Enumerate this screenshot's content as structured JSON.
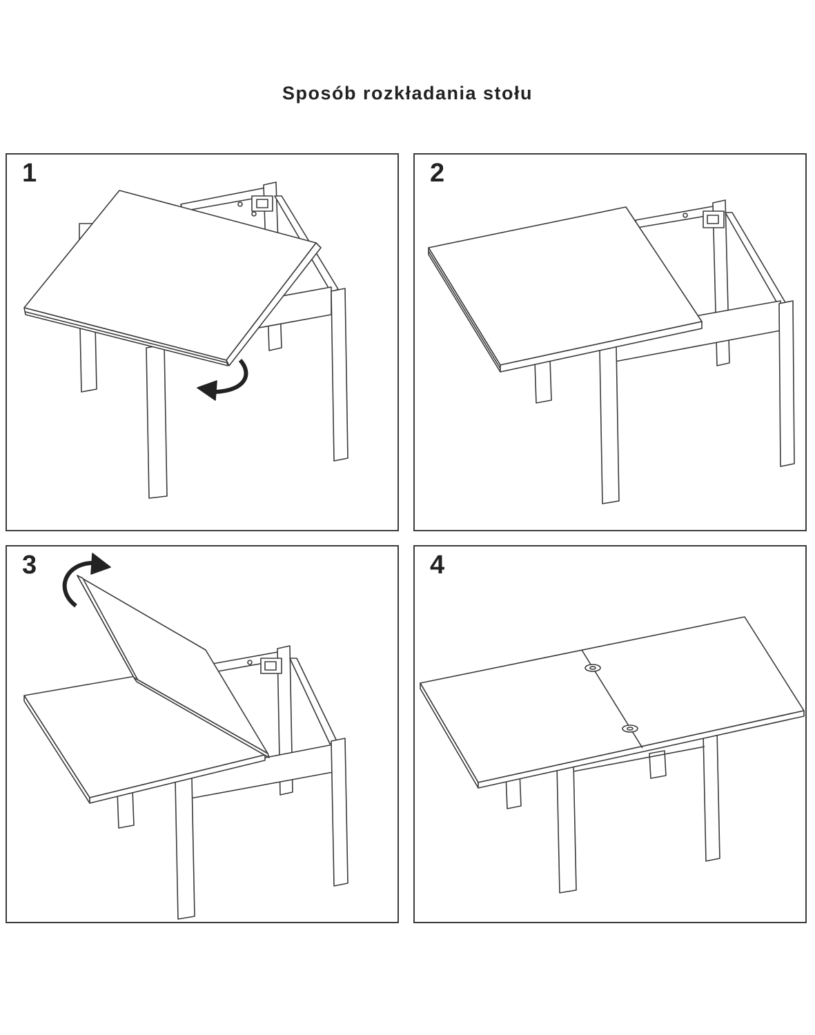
{
  "title": "Sposób rozkładania stołu",
  "steps": [
    {
      "number": "1"
    },
    {
      "number": "2"
    },
    {
      "number": "3"
    },
    {
      "number": "4"
    }
  ],
  "line_color": "#3a3a3a"
}
